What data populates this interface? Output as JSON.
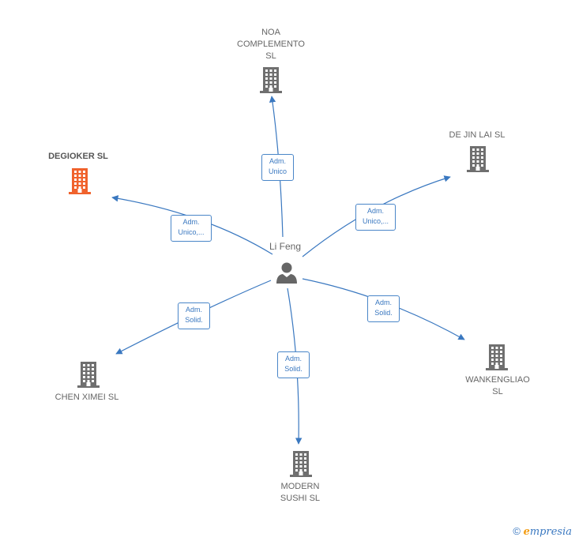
{
  "center": {
    "name": "Li Feng",
    "icon": "person-icon"
  },
  "companies": [
    {
      "id": "noa",
      "label": "NOA\nCOMPLEMENTO\nSL",
      "icon": "building-icon",
      "color": "#6f6f6f"
    },
    {
      "id": "dejinlai",
      "label": "DE JIN LAI SL",
      "icon": "building-icon",
      "color": "#6f6f6f"
    },
    {
      "id": "degioker",
      "label": "DEGIOKER  SL",
      "icon": "building-icon",
      "color": "#f0622c",
      "highlight": true
    },
    {
      "id": "chenximei",
      "label": "CHEN XIMEI  SL",
      "icon": "building-icon",
      "color": "#6f6f6f"
    },
    {
      "id": "modern",
      "label": "MODERN\nSUSHI  SL",
      "icon": "building-icon",
      "color": "#6f6f6f"
    },
    {
      "id": "wankengliao",
      "label": "WANKENGLIAO\nSL",
      "icon": "building-icon",
      "color": "#6f6f6f"
    }
  ],
  "relations": [
    {
      "target": "noa",
      "label": "Adm.\nUnico"
    },
    {
      "target": "dejinlai",
      "label": "Adm.\nUnico,..."
    },
    {
      "target": "degioker",
      "label": "Adm.\nUnico,..."
    },
    {
      "target": "chenximei",
      "label": "Adm.\nSolid."
    },
    {
      "target": "modern",
      "label": "Adm.\nSolid."
    },
    {
      "target": "wankengliao",
      "label": "Adm.\nSolid."
    }
  ],
  "colors": {
    "edge": "#3a78c0",
    "person": "#666666"
  },
  "footer": {
    "copyright": "©",
    "brand_e": "e",
    "brand_rest": "mpresia"
  }
}
